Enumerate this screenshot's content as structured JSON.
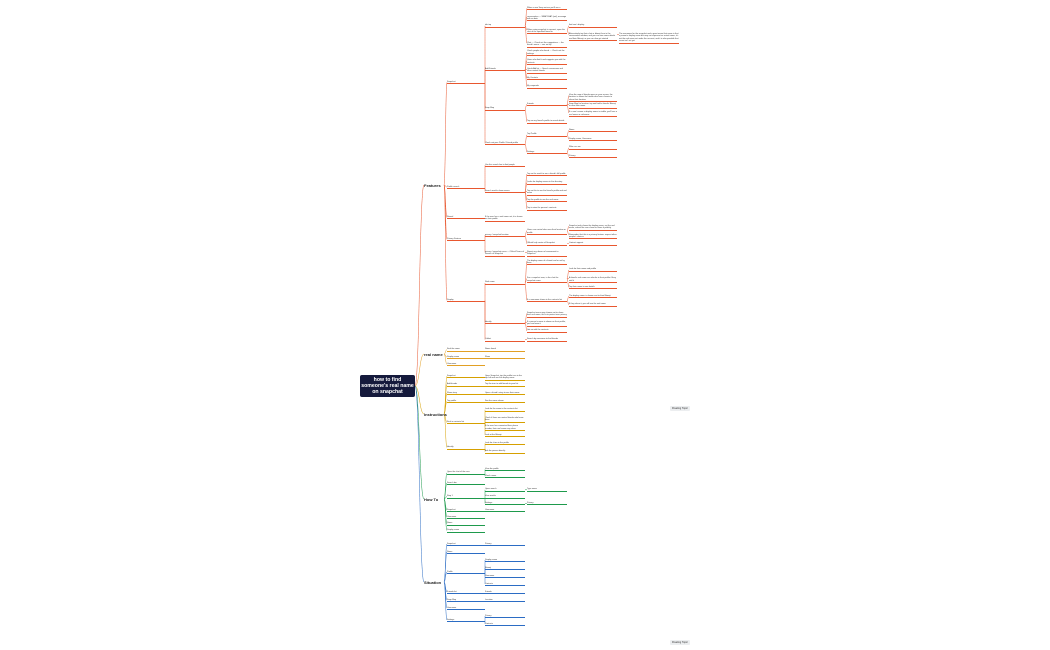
{
  "root": {
    "title_line1": "how to find",
    "title_line2": "someone's real name",
    "title_line3": "on snapchat"
  },
  "branches": {
    "features": "Features",
    "real_name": "real name",
    "instructions": "Instructions",
    "how_to": "How To",
    "situation": "Situation"
  },
  "colors": {
    "root_bg": "#151a3c",
    "features": "#e8572f",
    "real_name": "#e2a024",
    "instructions": "#d6a000",
    "how_to": "#1e9a4c",
    "situation": "#2b6cc4"
  },
  "tags": {
    "top_right": "Floating Topic",
    "bottom_right": "Floating Topic"
  },
  "features": [
    {
      "label": "Snapchat",
      "children": [
        {
          "label": "tab top",
          "children": [
            {
              "label": "When a new Snap arrives you'll see a",
              "children": []
            },
            {
              "label": "conversation — SNAPCHAT (red), message with no date",
              "children": []
            },
            {
              "label": "When using snapchat to connect, open the chat of the specified friend to",
              "children": [
                {
                  "label": "find one's display",
                  "children": []
                },
                {
                  "label": "Alternatively tap their chat or bitmoji face in the conversation window, and you can see name details and their Bitmoji, or you can also get started",
                  "children": [
                    {
                      "label": "The username for the snapchat and a great name that name is that a person's display name but may not represent an actual name; it's not the real name set under the account, and it is also possible that name isn't set yet.",
                      "children": []
                    }
                  ]
                }
              ]
            },
            {
              "label": "Chat — Check out the suggestions — the friend's name — see on top",
              "children": []
            }
          ]
        },
        {
          "label": "Add Friends",
          "children": [
            {
              "label": "Check people who found — Check out the settings",
              "children": []
            },
            {
              "label": "Users who find it and suggests you with the contacts",
              "children": []
            },
            {
              "label": "Quick Add list — Search usernames and show mutual friends",
              "children": []
            },
            {
              "label": "My Contacts",
              "children": []
            },
            {
              "label": "My snapcode",
              "children": []
            }
          ]
        },
        {
          "label": "Snap Map",
          "children": [
            {
              "label": "Friends",
              "children": [
                {
                  "label": "View the map of friends open on your screen; the location is shown for friends who have chosen to share their location",
                  "children": []
                },
                {
                  "label": "Snap Map for location: tap and hold a friend's Bitmoji to view their name",
                  "children": []
                },
                {
                  "label": "If a user's name or display name is visible, you'll see a real name or nickname",
                  "children": []
                }
              ]
            },
            {
              "label": "Tap on any friend's profile to reveal details",
              "children": []
            }
          ]
        },
        {
          "label": "Check out your Profile / Friend profile",
          "children": [
            {
              "label": "Tap Profile",
              "children": [
                {
                  "label": "Name",
                  "children": []
                },
                {
                  "label": "Display name, Username",
                  "children": []
                }
              ]
            },
            {
              "label": "Settings",
              "children": [
                {
                  "label": "Who can see",
                  "children": []
                },
                {
                  "label": "Privacy",
                  "children": []
                }
              ]
            }
          ]
        }
      ]
    },
    {
      "label": "Profile search",
      "children": [
        {
          "label": "Use this search bar to find people",
          "children": []
        },
        {
          "label": "Search results show names",
          "children": [
            {
              "label": "Tap on the result to see a friend's full profile",
              "children": []
            },
            {
              "label": "Looks for display names in the directory",
              "children": []
            },
            {
              "label": "Tap on this to see the friend's profile and real name",
              "children": []
            },
            {
              "label": "Tap the profile to see the real name",
              "children": []
            },
            {
              "label": "Tap to view the person's contacts",
              "children": []
            }
          ]
        }
      ]
    },
    {
      "label": "Reveal",
      "children": [
        {
          "label": "If the user has a real name set, it is shown on their profile",
          "children": []
        }
      ]
    },
    {
      "label": "Privacy Feature",
      "children": [
        {
          "label": "privacy / snapchat location",
          "children": [
            {
              "label": "Users can control who sees their location or profile",
              "children": [
                {
                  "label": "Snapchat only shows the display name, not the real name, unless the user chose to share it publicly",
                  "children": []
                },
                {
                  "label": "Remember that this is a privacy feature: respect other people's choices",
                  "children": []
                }
              ]
            },
            {
              "label": "Official help centre of Snapchat",
              "children": [
                {
                  "label": "Contact support",
                  "children": []
                }
              ]
            }
          ]
        },
        {
          "label": "privacy / snapchat users — Official Terms of Service of Snapchat",
          "children": [
            {
              "label": "Report any abuse or harassment to Snapchat",
              "children": []
            }
          ]
        }
      ]
    },
    {
      "label": "Display",
      "children": [
        {
          "label": "Real name",
          "children": [
            {
              "label": "The display name of a friend can be set by them",
              "children": []
            },
            {
              "label": "For a snapchat user, in the chat the snapchat name",
              "children": [
                {
                  "label": "Look for their name and profile",
                  "children": []
                },
                {
                  "label": "A friend's real name can also be in their profile if they add it",
                  "children": []
                },
                {
                  "label": "Tap their name to see details",
                  "children": []
                }
              ]
            },
            {
              "label": "If a username shows in the contacts list",
              "children": [
                {
                  "label": "The display name is shown next to their Bitmoji",
                  "children": []
                },
                {
                  "label": "If they share it, you will see the real name",
                  "children": []
                }
              ]
            }
          ]
        },
        {
          "label": "Identify",
          "children": [
            {
              "label": "Snapchat users may choose not to share their real name; this is to protect user privacy",
              "children": []
            },
            {
              "label": "If a person's name is shown on their profile, you can know it",
              "children": []
            },
            {
              "label": "Get on with the contacts",
              "children": []
            }
          ]
        },
        {
          "label": "Collect",
          "children": [
            {
              "label": "Search by username to find friends",
              "children": []
            }
          ]
        }
      ]
    }
  ],
  "real_name": [
    {
      "label": "Find the name",
      "children": [
        {
          "label": "Name found",
          "children": []
        }
      ]
    },
    {
      "label": "Display name",
      "children": [
        {
          "label": "Show",
          "children": []
        }
      ]
    },
    {
      "label": "Username",
      "children": []
    }
  ],
  "instructions": [
    {
      "label": "Snapchat",
      "children": [
        {
          "label": "Open Snapchat, tap the profile icon in the top left and see the display name",
          "children": []
        }
      ]
    },
    {
      "label": "Add friends",
      "children": [
        {
          "label": "Tap the icon to add friends to your list",
          "children": []
        }
      ]
    },
    {
      "label": "Show story",
      "children": [
        {
          "label": "Open a friend's story to see their name",
          "children": []
        }
      ]
    },
    {
      "label": "Tap profile",
      "children": [
        {
          "label": "See the name shown",
          "children": []
        }
      ]
    },
    {
      "label": "Find in contacts list",
      "children": [
        {
          "label": "Look for the name in the contacts list",
          "children": []
        },
        {
          "label": "Check if there are mutual friends who know them",
          "children": []
        },
        {
          "label": "If the user has connected their phone number, their real name may show",
          "children": []
        },
        {
          "label": "Look at the Bitmoji",
          "children": []
        }
      ]
    },
    {
      "label": "Identify",
      "children": [
        {
          "label": "Look for clues in the profile",
          "children": []
        },
        {
          "label": "Ask the person directly",
          "children": []
        }
      ]
    }
  ],
  "how_to": [
    {
      "label": "Open the chat of the user",
      "children": [
        {
          "label": "View the profile",
          "children": []
        },
        {
          "label": "Check name",
          "children": []
        }
      ]
    },
    {
      "label": "Search bar",
      "children": []
    },
    {
      "label": "Step 1",
      "children": [
        {
          "label": "Open search",
          "children": [
            {
              "label": "Type name",
              "children": []
            }
          ]
        },
        {
          "label": "View results",
          "children": []
        },
        {
          "label": "Settings",
          "children": [
            {
              "label": "Privacy",
              "children": []
            }
          ]
        }
      ]
    },
    {
      "label": "Snapchat",
      "children": [
        {
          "label": "Username",
          "children": []
        }
      ]
    },
    {
      "label": "Username",
      "children": []
    },
    {
      "label": "Name",
      "children": []
    },
    {
      "label": "Display name",
      "children": []
    }
  ],
  "situation": [
    {
      "label": "Snapchat",
      "children": [
        {
          "label": "Privacy",
          "children": []
        }
      ]
    },
    {
      "label": "Name",
      "children": []
    },
    {
      "label": "Profile",
      "children": [
        {
          "label": "Display name",
          "children": []
        },
        {
          "label": "Bitmoji",
          "children": []
        },
        {
          "label": "Username",
          "children": []
        },
        {
          "label": "Contacts",
          "children": []
        }
      ]
    },
    {
      "label": "Friends list",
      "children": [
        {
          "label": "Friends",
          "children": []
        }
      ]
    },
    {
      "label": "Snap Map",
      "children": [
        {
          "label": "Location",
          "children": []
        }
      ]
    },
    {
      "label": "Username",
      "children": []
    },
    {
      "label": "Settings",
      "children": [
        {
          "label": "Privacy",
          "children": []
        },
        {
          "label": "Contacts",
          "children": []
        }
      ]
    }
  ]
}
